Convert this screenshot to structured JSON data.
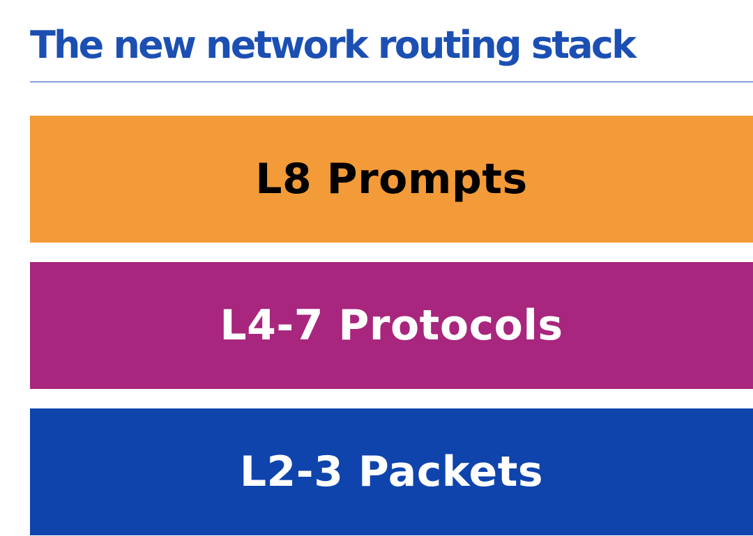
{
  "header": {
    "title": "The new network routing stack",
    "title_color": "#1c4fb3",
    "rule_color": "#1c4fb3"
  },
  "stack": {
    "layers": [
      {
        "label": "L8 Prompts",
        "fill": "#f29b38",
        "text_color": "#000000"
      },
      {
        "label": "L4-7 Protocols",
        "fill": "#a8267d",
        "text_color": "#ffffff"
      },
      {
        "label": "L2-3 Packets",
        "fill": "#0f44ad",
        "text_color": "#ffffff"
      }
    ]
  }
}
